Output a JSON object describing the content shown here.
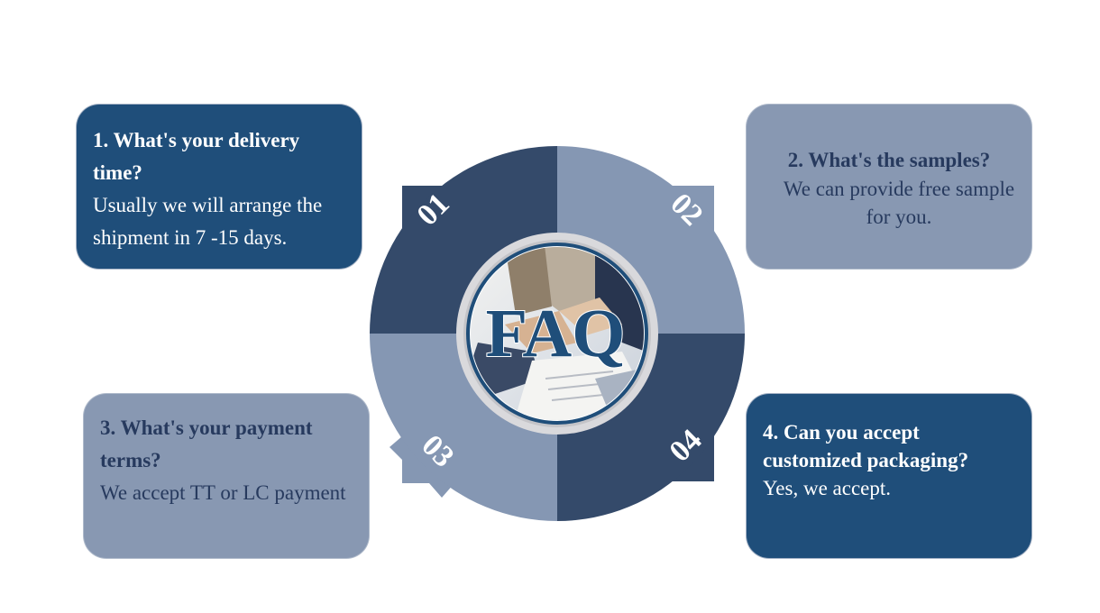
{
  "center": {
    "title": "FAQ"
  },
  "segments": [
    "01",
    "02",
    "03",
    "04"
  ],
  "colors": {
    "dark": "#1f4e7a",
    "light": "#8898b2",
    "wheel_dark": "#344a6a",
    "wheel_light": "#8597b3"
  },
  "faq": [
    {
      "question": "1. What's your delivery time?",
      "answer": "Usually we will arrange the shipment in 7 -15 days."
    },
    {
      "question": "2. What's the samples?",
      "answer": "We can provide free sample for you."
    },
    {
      "question": "3. What's your payment terms?",
      "answer": "We accept TT or LC payment"
    },
    {
      "question": "4. Can you accept customized packaging?",
      "answer": "Yes, we accept."
    }
  ]
}
